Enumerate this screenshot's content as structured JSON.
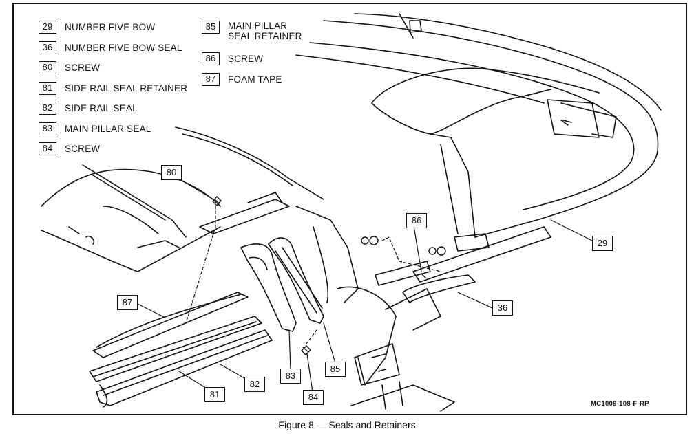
{
  "legend": [
    {
      "number": "29",
      "label": "NUMBER FIVE BOW"
    },
    {
      "number": "36",
      "label": "NUMBER FIVE BOW SEAL"
    },
    {
      "number": "80",
      "label": "SCREW"
    },
    {
      "number": "81",
      "label": "SIDE RAIL SEAL RETAINER"
    },
    {
      "number": "82",
      "label": "SIDE RAIL SEAL"
    },
    {
      "number": "83",
      "label": "MAIN PILLAR SEAL"
    },
    {
      "number": "84",
      "label": "SCREW"
    },
    {
      "number": "85",
      "label": "MAIN PILLAR SEAL RETAINER"
    },
    {
      "number": "86",
      "label": "SCREW"
    },
    {
      "number": "87",
      "label": "FOAM TAPE"
    }
  ],
  "callouts": [
    "80",
    "87",
    "81",
    "82",
    "83",
    "84",
    "85",
    "86",
    "36",
    "29"
  ],
  "drawing_code": "MC1009-108-F-RP",
  "caption": "Figure 8 — Seals and Retainers"
}
